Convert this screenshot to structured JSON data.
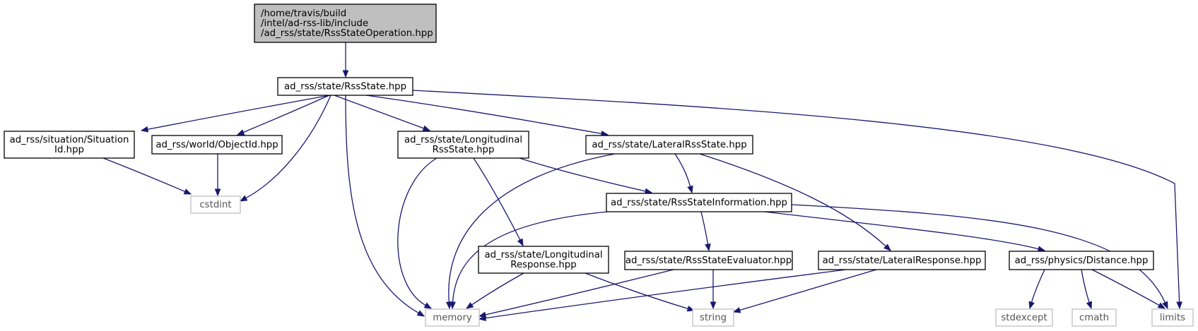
{
  "graph": {
    "nodes": [
      {
        "id": "root",
        "kind": "root",
        "lines": [
          "/home/travis/build",
          "/intel/ad-rss-lib/include",
          "/ad_rss/state/RssStateOperation.hpp"
        ]
      },
      {
        "id": "rssstate",
        "kind": "header",
        "lines": [
          "ad_rss/state/RssState.hpp"
        ]
      },
      {
        "id": "situationid",
        "kind": "header",
        "lines": [
          "ad_rss/situation/Situation",
          "Id.hpp"
        ]
      },
      {
        "id": "objectid",
        "kind": "header",
        "lines": [
          "ad_rss/world/ObjectId.hpp"
        ]
      },
      {
        "id": "longrss",
        "kind": "header",
        "lines": [
          "ad_rss/state/Longitudinal",
          "RssState.hpp"
        ]
      },
      {
        "id": "latrss",
        "kind": "header",
        "lines": [
          "ad_rss/state/LateralRssState.hpp"
        ]
      },
      {
        "id": "cstdint",
        "kind": "system",
        "lines": [
          "cstdint"
        ]
      },
      {
        "id": "rssinfo",
        "kind": "header",
        "lines": [
          "ad_rss/state/RssStateInformation.hpp"
        ]
      },
      {
        "id": "longresp",
        "kind": "header",
        "lines": [
          "ad_rss/state/Longitudinal",
          "Response.hpp"
        ]
      },
      {
        "id": "evaluator",
        "kind": "header",
        "lines": [
          "ad_rss/state/RssStateEvaluator.hpp"
        ]
      },
      {
        "id": "latresp",
        "kind": "header",
        "lines": [
          "ad_rss/state/LateralResponse.hpp"
        ]
      },
      {
        "id": "distance",
        "kind": "header",
        "lines": [
          "ad_rss/physics/Distance.hpp"
        ]
      },
      {
        "id": "memory",
        "kind": "system",
        "lines": [
          "memory"
        ]
      },
      {
        "id": "string",
        "kind": "system",
        "lines": [
          "string"
        ]
      },
      {
        "id": "stdexcept",
        "kind": "system",
        "lines": [
          "stdexcept"
        ]
      },
      {
        "id": "cmath",
        "kind": "system",
        "lines": [
          "cmath"
        ]
      },
      {
        "id": "limits",
        "kind": "system",
        "lines": [
          "limits"
        ]
      }
    ],
    "edges": [
      {
        "from": "root",
        "to": "rssstate"
      },
      {
        "from": "rssstate",
        "to": "situationid"
      },
      {
        "from": "rssstate",
        "to": "objectid"
      },
      {
        "from": "rssstate",
        "to": "cstdint"
      },
      {
        "from": "rssstate",
        "to": "longrss"
      },
      {
        "from": "rssstate",
        "to": "latrss"
      },
      {
        "from": "rssstate",
        "to": "memory"
      },
      {
        "from": "rssstate",
        "to": "limits"
      },
      {
        "from": "situationid",
        "to": "cstdint"
      },
      {
        "from": "objectid",
        "to": "cstdint"
      },
      {
        "from": "longrss",
        "to": "rssinfo"
      },
      {
        "from": "longrss",
        "to": "longresp"
      },
      {
        "from": "longrss",
        "to": "memory"
      },
      {
        "from": "latrss",
        "to": "rssinfo"
      },
      {
        "from": "latrss",
        "to": "latresp"
      },
      {
        "from": "latrss",
        "to": "memory"
      },
      {
        "from": "rssinfo",
        "to": "evaluator"
      },
      {
        "from": "rssinfo",
        "to": "distance"
      },
      {
        "from": "rssinfo",
        "to": "memory"
      },
      {
        "from": "rssinfo",
        "to": "limits"
      },
      {
        "from": "longresp",
        "to": "memory"
      },
      {
        "from": "longresp",
        "to": "string"
      },
      {
        "from": "evaluator",
        "to": "memory"
      },
      {
        "from": "evaluator",
        "to": "string"
      },
      {
        "from": "latresp",
        "to": "memory"
      },
      {
        "from": "latresp",
        "to": "string"
      },
      {
        "from": "distance",
        "to": "stdexcept"
      },
      {
        "from": "distance",
        "to": "cmath"
      },
      {
        "from": "distance",
        "to": "limits"
      }
    ]
  },
  "colors": {
    "edge": "#191970",
    "root_fill": "#bfbfbf",
    "system_border": "#bfbfbf",
    "header_border": "#000000"
  }
}
